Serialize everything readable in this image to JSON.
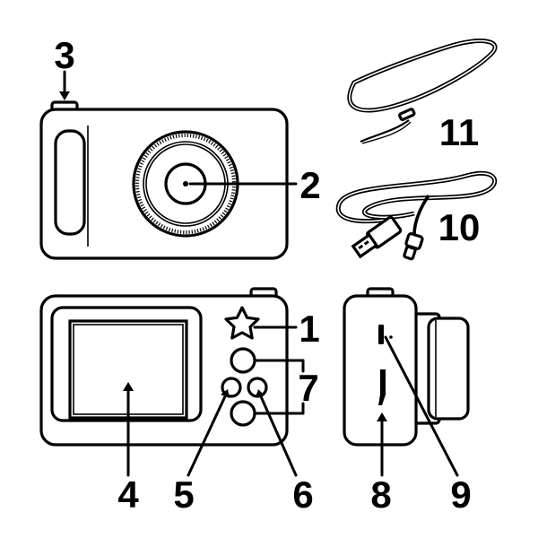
{
  "figure": {
    "description_free": true,
    "callouts": {
      "c1": "1",
      "c2": "2",
      "c3": "3",
      "c4": "4",
      "c5": "5",
      "c6": "6",
      "c7": "7",
      "c8": "8",
      "c9": "9",
      "c10": "10",
      "c11": "11"
    }
  },
  "colors": {
    "ink": "#000000",
    "paper": "#ffffff"
  },
  "icons": {
    "star_button": "star-icon",
    "usb_plug": "usb-plug-icon"
  }
}
